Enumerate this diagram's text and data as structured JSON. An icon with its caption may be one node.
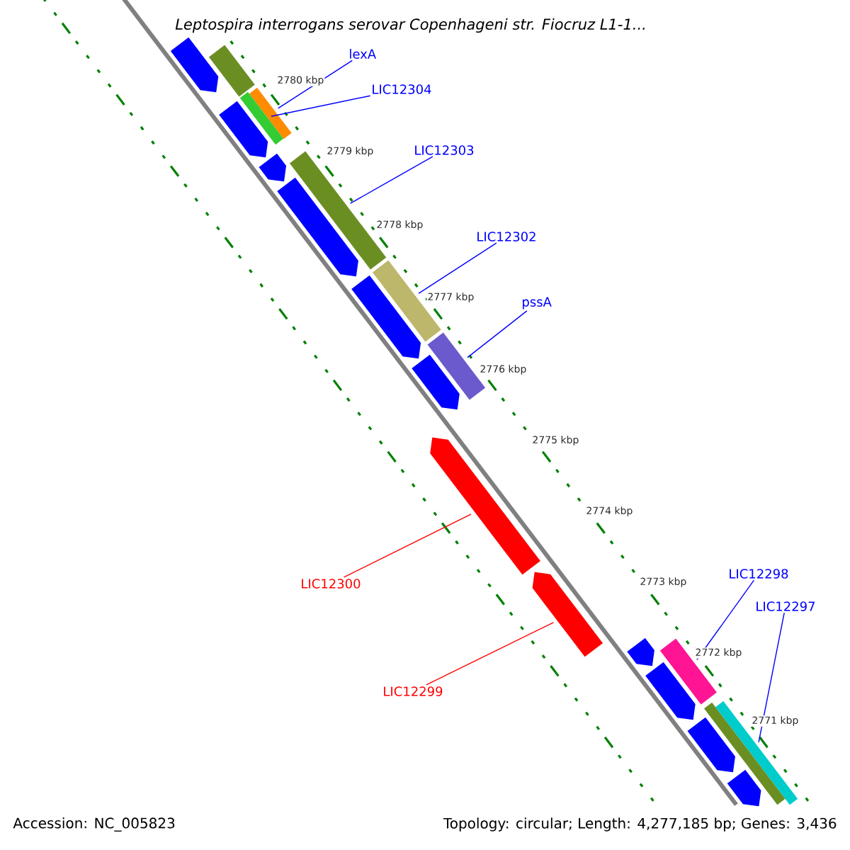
{
  "diagram": {
    "title": "Leptospira interrogans serovar Copenhageni str. Fiocruz L1-1...",
    "nodes": [
      {
        "text": [
          "lexA"
        ]
      },
      {
        "text": [
          "LIC12304"
        ]
      },
      {
        "text": [
          "LIC12303"
        ]
      },
      {
        "text": [
          "LIC12302"
        ]
      },
      {
        "text": [
          "pssA"
        ]
      },
      {
        "text": [
          "LIC12300"
        ]
      },
      {
        "text": [
          "LIC12299"
        ]
      },
      {
        "text": [
          "LIC12298"
        ]
      },
      {
        "text": [
          "LIC12297"
        ]
      },
      {
        "text": [],
        "shape": "bar"
      },
      {
        "text": [],
        "shape": "arrow"
      },
      {
        "text": [],
        "shape": "bar"
      },
      {
        "text": [],
        "shape": "bar"
      },
      {
        "text": [],
        "shape": "arrow"
      },
      {
        "text": [],
        "shape": "arrow"
      },
      {
        "text": [],
        "shape": "bar"
      },
      {
        "text": [],
        "shape": "arrow"
      },
      {
        "text": [],
        "shape": "bar"
      },
      {
        "text": [],
        "shape": "arrow"
      },
      {
        "text": [],
        "shape": "bar"
      },
      {
        "text": [],
        "shape": "arrow"
      },
      {
        "text": [],
        "shape": "arrow"
      },
      {
        "text": [],
        "shape": "arrow"
      },
      {
        "text": [],
        "shape": "arrow"
      },
      {
        "text": [],
        "shape": "bar"
      },
      {
        "text": [],
        "shape": "arrow"
      },
      {
        "text": [],
        "shape": "bar"
      },
      {
        "text": [],
        "shape": "bar"
      },
      {
        "text": [],
        "shape": "arrow"
      },
      {
        "text": [],
        "shape": "arrow"
      }
    ],
    "edges": [
      {
        "from": 0,
        "to": 11,
        "arrow": "none"
      },
      {
        "from": 1,
        "to": 12,
        "arrow": "none"
      },
      {
        "from": 2,
        "to": 15,
        "arrow": "none"
      },
      {
        "from": 3,
        "to": 17,
        "arrow": "none"
      },
      {
        "from": 4,
        "to": 19,
        "arrow": "none"
      },
      {
        "from": 5,
        "to": 21,
        "arrow": "none",
        "color": "#ff0000"
      },
      {
        "from": 6,
        "to": 22,
        "arrow": "none",
        "color": "#ff0000"
      },
      {
        "from": 7,
        "to": 24,
        "arrow": "none"
      },
      {
        "from": 8,
        "to": 26,
        "arrow": "none"
      }
    ],
    "labels": [
      "2780 kbp",
      "2779 kbp",
      "2778 kbp",
      "2777 kbp",
      "2776 kbp",
      "2775 kbp",
      "2774 kbp",
      "2773 kbp",
      "2772 kbp",
      "2771 kbp",
      "Accession: NC_005823",
      "Topology: circular; Length: 4,277,185 bp; Genes: 3,436"
    ]
  }
}
